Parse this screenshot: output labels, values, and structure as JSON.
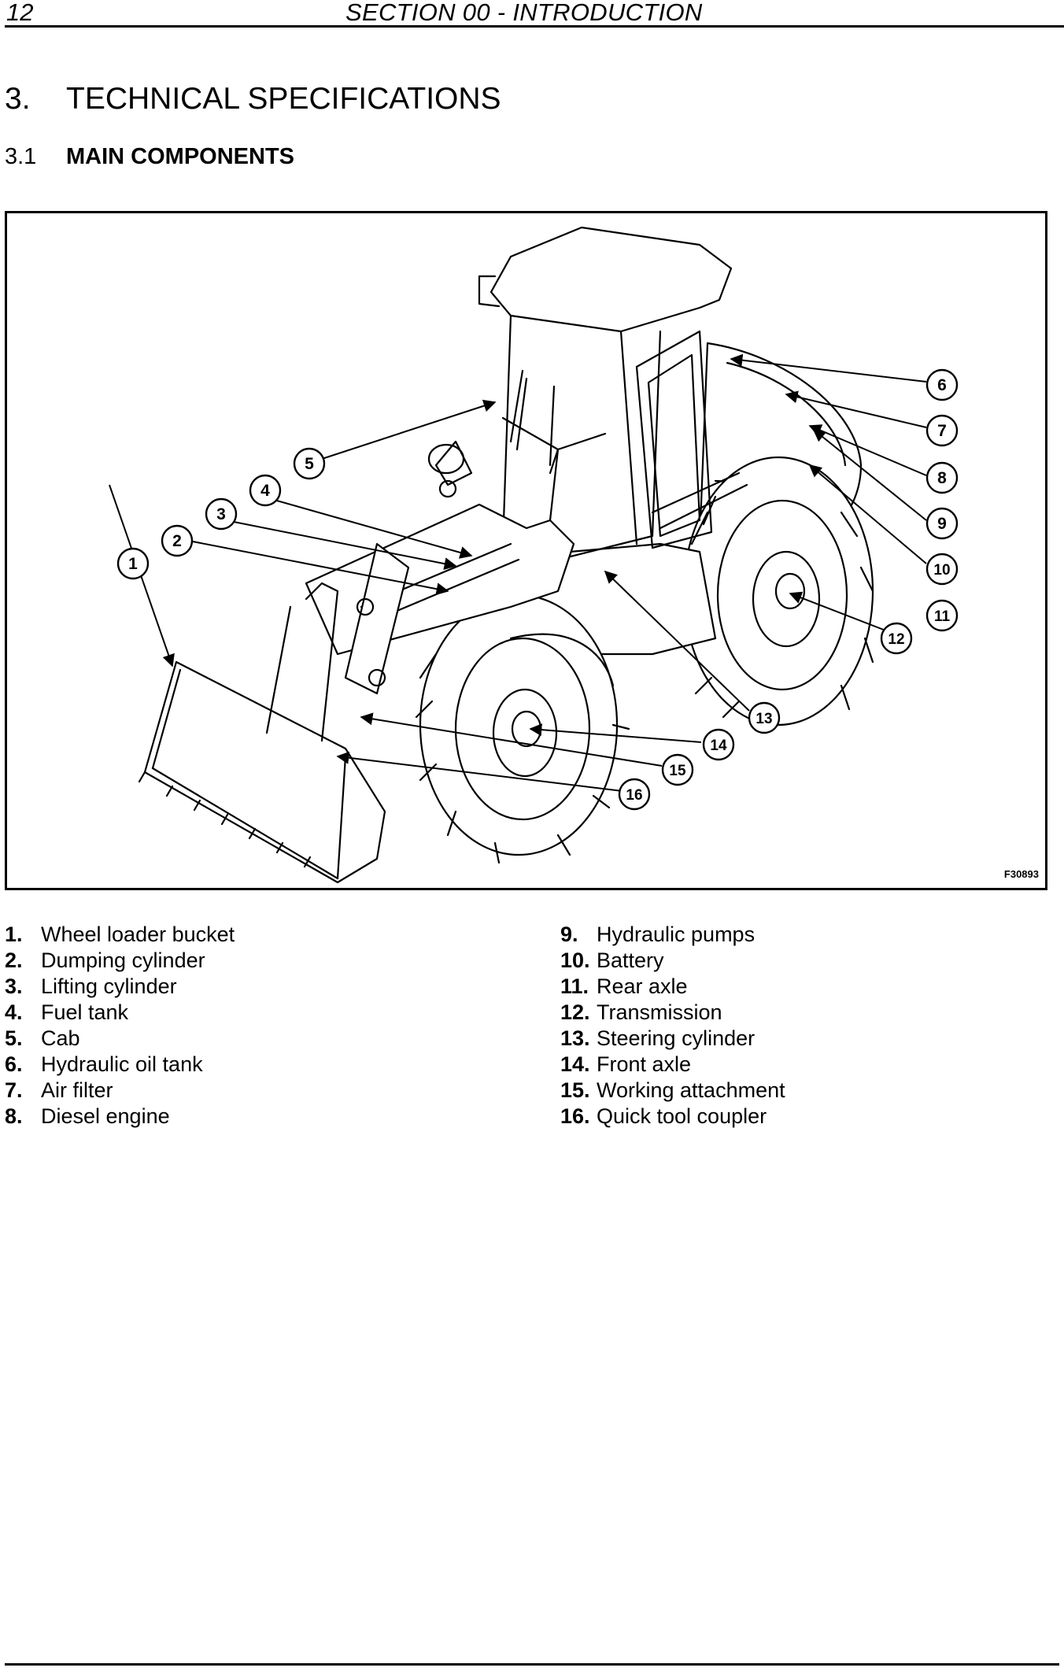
{
  "header": {
    "page_number": "12",
    "section_title": "SECTION 00 - INTRODUCTION"
  },
  "heading": {
    "number": "3.",
    "title": "TECHNICAL SPECIFICATIONS"
  },
  "subheading": {
    "number": "3.1",
    "title": "MAIN COMPONENTS"
  },
  "figure": {
    "code": "F30893",
    "callouts": [
      "1",
      "2",
      "3",
      "4",
      "5",
      "6",
      "7",
      "8",
      "9",
      "10",
      "11",
      "12",
      "13",
      "14",
      "15",
      "16"
    ]
  },
  "legend": {
    "left": [
      {
        "n": "1.",
        "label": "Wheel loader bucket"
      },
      {
        "n": "2.",
        "label": "Dumping cylinder"
      },
      {
        "n": "3.",
        "label": "Lifting cylinder"
      },
      {
        "n": "4.",
        "label": "Fuel tank"
      },
      {
        "n": "5.",
        "label": "Cab"
      },
      {
        "n": "6.",
        "label": "Hydraulic oil tank"
      },
      {
        "n": "7.",
        "label": "Air filter"
      },
      {
        "n": "8.",
        "label": "Diesel engine"
      }
    ],
    "right": [
      {
        "n": "9.",
        "label": "Hydraulic pumps"
      },
      {
        "n": "10.",
        "label": "Battery"
      },
      {
        "n": "11.",
        "label": "Rear axle"
      },
      {
        "n": "12.",
        "label": "Transmission"
      },
      {
        "n": "13.",
        "label": "Steering cylinder"
      },
      {
        "n": "14.",
        "label": "Front axle"
      },
      {
        "n": "15.",
        "label": "Working attachment"
      },
      {
        "n": "16.",
        "label": "Quick tool coupler"
      }
    ]
  }
}
